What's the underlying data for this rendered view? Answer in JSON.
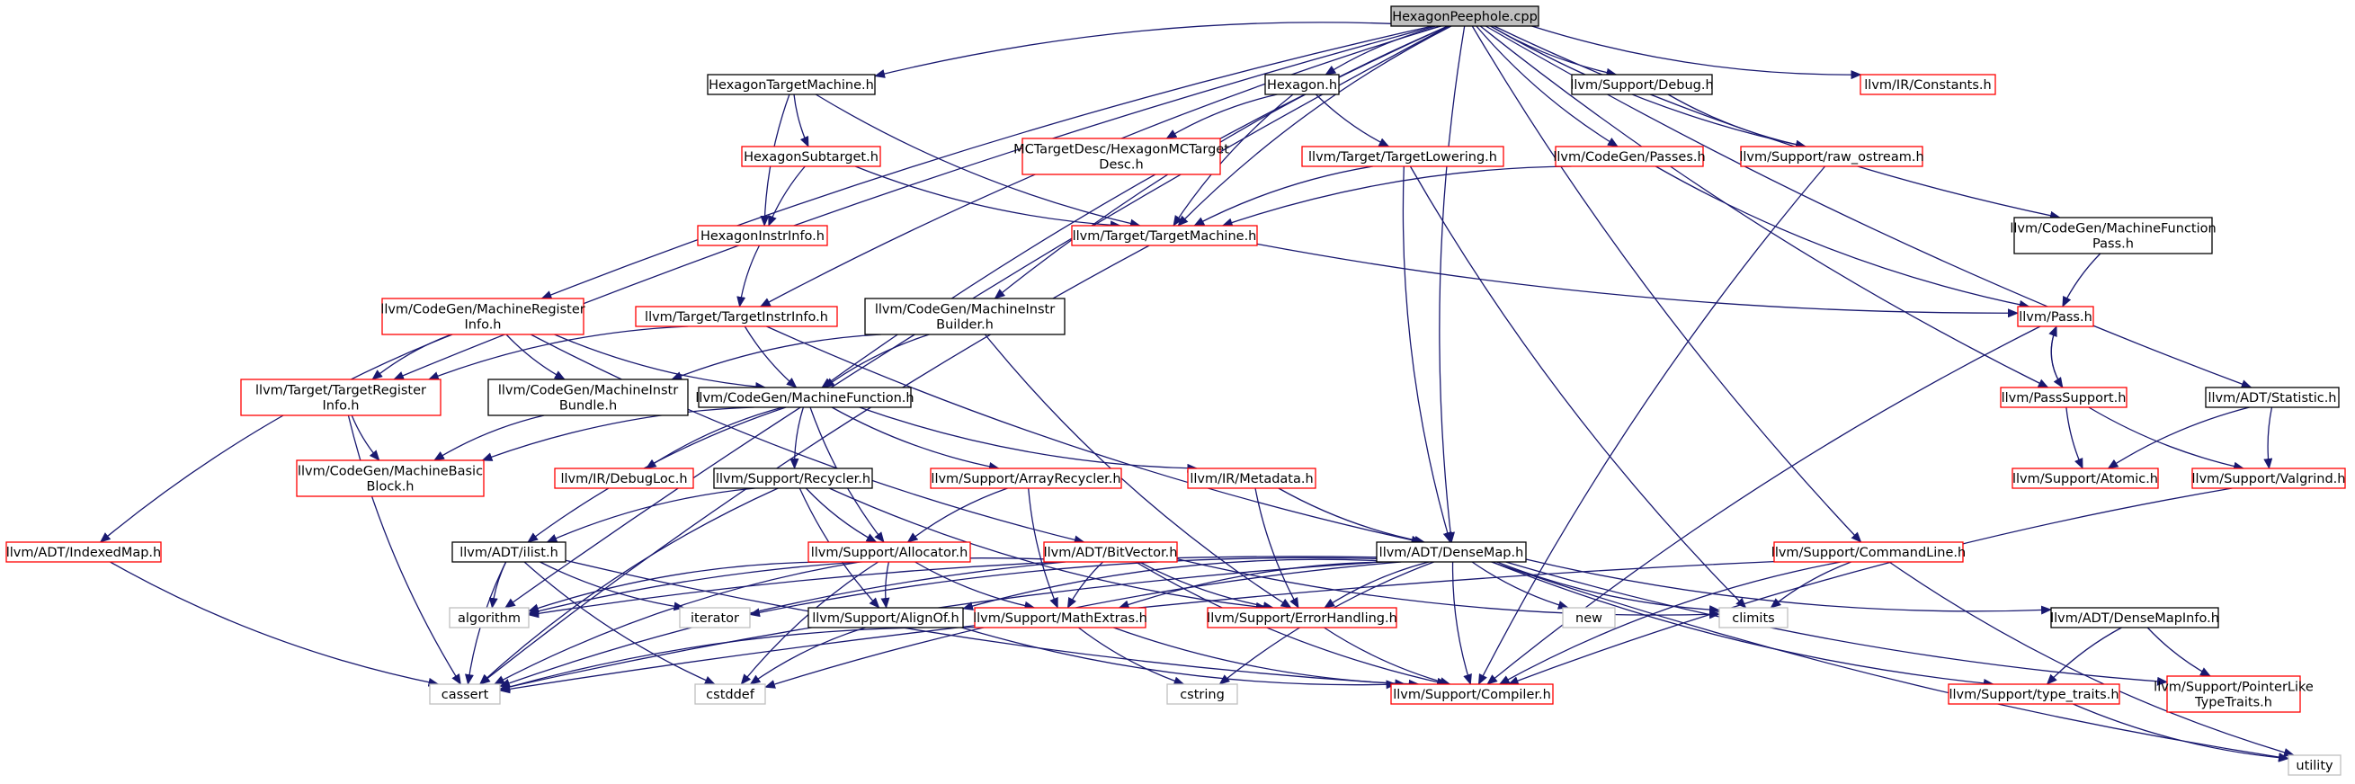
{
  "graph": {
    "colors": {
      "edge": "#191970",
      "node_border_documented": "#000000",
      "node_border_undocumented": "#ff0000",
      "node_border_system": "#bfbfbf",
      "root_fill": "#bfbfbf",
      "node_fill": "#ffffff",
      "text": "#000000"
    },
    "nodes": {
      "root": {
        "lines": [
          "HexagonPeephole.cpp"
        ],
        "kind": "root"
      },
      "htm": {
        "lines": [
          "HexagonTargetMachine.h"
        ],
        "kind": "documented"
      },
      "hex": {
        "lines": [
          "Hexagon.h"
        ],
        "kind": "documented"
      },
      "dbg": {
        "lines": [
          "llvm/Support/Debug.h"
        ],
        "kind": "documented"
      },
      "const": {
        "lines": [
          "llvm/IR/Constants.h"
        ],
        "kind": "undocumented"
      },
      "hsub": {
        "lines": [
          "HexagonSubtarget.h"
        ],
        "kind": "undocumented"
      },
      "mcdesc": {
        "lines": [
          "MCTargetDesc/HexagonMCTarget",
          "Desc.h"
        ],
        "kind": "undocumented"
      },
      "tlow": {
        "lines": [
          "llvm/Target/TargetLowering.h"
        ],
        "kind": "undocumented"
      },
      "passes": {
        "lines": [
          "llvm/CodeGen/Passes.h"
        ],
        "kind": "undocumented"
      },
      "rawos": {
        "lines": [
          "llvm/Support/raw_ostream.h"
        ],
        "kind": "undocumented"
      },
      "hii": {
        "lines": [
          "HexagonInstrInfo.h"
        ],
        "kind": "undocumented"
      },
      "ttm": {
        "lines": [
          "llvm/Target/TargetMachine.h"
        ],
        "kind": "undocumented"
      },
      "mfpass": {
        "lines": [
          "llvm/CodeGen/MachineFunction",
          "Pass.h"
        ],
        "kind": "documented"
      },
      "mri": {
        "lines": [
          "llvm/CodeGen/MachineRegister",
          "Info.h"
        ],
        "kind": "undocumented"
      },
      "tii": {
        "lines": [
          "llvm/Target/TargetInstrInfo.h"
        ],
        "kind": "undocumented"
      },
      "mib": {
        "lines": [
          "llvm/CodeGen/MachineInstr",
          "Builder.h"
        ],
        "kind": "documented"
      },
      "pass": {
        "lines": [
          "llvm/Pass.h"
        ],
        "kind": "undocumented"
      },
      "tri": {
        "lines": [
          "llvm/Target/TargetRegister",
          "Info.h"
        ],
        "kind": "undocumented"
      },
      "mibundle": {
        "lines": [
          "llvm/CodeGen/MachineInstr",
          "Bundle.h"
        ],
        "kind": "documented"
      },
      "mf": {
        "lines": [
          "llvm/CodeGen/MachineFunction.h"
        ],
        "kind": "documented"
      },
      "psupport": {
        "lines": [
          "llvm/PassSupport.h"
        ],
        "kind": "undocumented"
      },
      "stat": {
        "lines": [
          "llvm/ADT/Statistic.h"
        ],
        "kind": "documented"
      },
      "mbb": {
        "lines": [
          "llvm/CodeGen/MachineBasic",
          "Block.h"
        ],
        "kind": "undocumented"
      },
      "dloc": {
        "lines": [
          "llvm/IR/DebugLoc.h"
        ],
        "kind": "undocumented"
      },
      "recycler": {
        "lines": [
          "llvm/Support/Recycler.h"
        ],
        "kind": "documented"
      },
      "arecycler": {
        "lines": [
          "llvm/Support/ArrayRecycler.h"
        ],
        "kind": "undocumented"
      },
      "meta": {
        "lines": [
          "llvm/IR/Metadata.h"
        ],
        "kind": "undocumented"
      },
      "atomic": {
        "lines": [
          "llvm/Support/Atomic.h"
        ],
        "kind": "undocumented"
      },
      "valgrind": {
        "lines": [
          "llvm/Support/Valgrind.h"
        ],
        "kind": "undocumented"
      },
      "imap": {
        "lines": [
          "llvm/ADT/IndexedMap.h"
        ],
        "kind": "undocumented"
      },
      "ilist": {
        "lines": [
          "llvm/ADT/ilist.h"
        ],
        "kind": "documented"
      },
      "alloc": {
        "lines": [
          "llvm/Support/Allocator.h"
        ],
        "kind": "undocumented"
      },
      "bitvec": {
        "lines": [
          "llvm/ADT/BitVector.h"
        ],
        "kind": "undocumented"
      },
      "dmap": {
        "lines": [
          "llvm/ADT/DenseMap.h"
        ],
        "kind": "documented"
      },
      "cmdline": {
        "lines": [
          "llvm/Support/CommandLine.h"
        ],
        "kind": "undocumented"
      },
      "algo": {
        "lines": [
          "algorithm"
        ],
        "kind": "system"
      },
      "iter": {
        "lines": [
          "iterator"
        ],
        "kind": "system"
      },
      "alignof": {
        "lines": [
          "llvm/Support/AlignOf.h"
        ],
        "kind": "documented"
      },
      "mext": {
        "lines": [
          "llvm/Support/MathExtras.h"
        ],
        "kind": "undocumented"
      },
      "errh": {
        "lines": [
          "llvm/Support/ErrorHandling.h"
        ],
        "kind": "undocumented"
      },
      "new": {
        "lines": [
          "new"
        ],
        "kind": "system"
      },
      "climits": {
        "lines": [
          "climits"
        ],
        "kind": "system"
      },
      "dminfo": {
        "lines": [
          "llvm/ADT/DenseMapInfo.h"
        ],
        "kind": "documented"
      },
      "cassert": {
        "lines": [
          "cassert"
        ],
        "kind": "system"
      },
      "cstddef": {
        "lines": [
          "cstddef"
        ],
        "kind": "system"
      },
      "cstring": {
        "lines": [
          "cstring"
        ],
        "kind": "system"
      },
      "compiler": {
        "lines": [
          "llvm/Support/Compiler.h"
        ],
        "kind": "undocumented"
      },
      "ttraits": {
        "lines": [
          "llvm/Support/type_traits.h"
        ],
        "kind": "undocumented"
      },
      "plt": {
        "lines": [
          "llvm/Support/PointerLike",
          "TypeTraits.h"
        ],
        "kind": "undocumented"
      },
      "utility": {
        "lines": [
          "utility"
        ],
        "kind": "system"
      }
    },
    "edges": [
      [
        "root",
        "htm"
      ],
      [
        "root",
        "hex"
      ],
      [
        "root",
        "dbg"
      ],
      [
        "root",
        "const"
      ],
      [
        "root",
        "rawos"
      ],
      [
        "root",
        "passes"
      ],
      [
        "root",
        "ttm"
      ],
      [
        "root",
        "mfpass"
      ],
      [
        "root",
        "psupport"
      ],
      [
        "root",
        "stat"
      ],
      [
        "root",
        "mri"
      ],
      [
        "root",
        "tii"
      ],
      [
        "root",
        "mib"
      ],
      [
        "root",
        "tri"
      ],
      [
        "root",
        "mf"
      ],
      [
        "root",
        "algo"
      ],
      [
        "root",
        "dmap"
      ],
      [
        "root",
        "cmdline"
      ],
      [
        "htm",
        "hsub"
      ],
      [
        "htm",
        "hii"
      ],
      [
        "htm",
        "ttm"
      ],
      [
        "hex",
        "mcdesc"
      ],
      [
        "hex",
        "tlow"
      ],
      [
        "hex",
        "ttm"
      ],
      [
        "dbg",
        "rawos"
      ],
      [
        "hsub",
        "hii"
      ],
      [
        "hsub",
        "ttm"
      ],
      [
        "tlow",
        "ttm"
      ],
      [
        "tlow",
        "dmap"
      ],
      [
        "tlow",
        "climits"
      ],
      [
        "passes",
        "ttm"
      ],
      [
        "passes",
        "pass"
      ],
      [
        "rawos",
        "compiler"
      ],
      [
        "hii",
        "tii"
      ],
      [
        "ttm",
        "pass"
      ],
      [
        "ttm",
        "cassert"
      ],
      [
        "mfpass",
        "pass"
      ],
      [
        "mri",
        "tri"
      ],
      [
        "mri",
        "mibundle"
      ],
      [
        "mri",
        "mf"
      ],
      [
        "mri",
        "imap"
      ],
      [
        "mri",
        "bitvec"
      ],
      [
        "tii",
        "mf"
      ],
      [
        "tii",
        "dmap"
      ],
      [
        "tii",
        "tri"
      ],
      [
        "mib",
        "mf"
      ],
      [
        "mib",
        "mibundle"
      ],
      [
        "mib",
        "errh"
      ],
      [
        "pass",
        "psupport"
      ],
      [
        "pass",
        "compiler"
      ],
      [
        "psupport",
        "pass"
      ],
      [
        "psupport",
        "atomic"
      ],
      [
        "psupport",
        "valgrind"
      ],
      [
        "stat",
        "atomic"
      ],
      [
        "stat",
        "valgrind"
      ],
      [
        "tri",
        "mbb"
      ],
      [
        "tri",
        "cassert"
      ],
      [
        "mibundle",
        "mbb"
      ],
      [
        "mf",
        "mbb"
      ],
      [
        "mf",
        "dloc"
      ],
      [
        "mf",
        "recycler"
      ],
      [
        "mf",
        "arecycler"
      ],
      [
        "mf",
        "meta"
      ],
      [
        "mf",
        "ilist"
      ],
      [
        "mf",
        "alloc"
      ],
      [
        "recycler",
        "alloc"
      ],
      [
        "recycler",
        "alignof"
      ],
      [
        "recycler",
        "errh"
      ],
      [
        "recycler",
        "ilist"
      ],
      [
        "recycler",
        "cassert"
      ],
      [
        "arecycler",
        "alloc"
      ],
      [
        "arecycler",
        "mext"
      ],
      [
        "meta",
        "dmap"
      ],
      [
        "meta",
        "errh"
      ],
      [
        "valgrind",
        "compiler"
      ],
      [
        "imap",
        "cassert"
      ],
      [
        "ilist",
        "algo"
      ],
      [
        "ilist",
        "cassert"
      ],
      [
        "ilist",
        "cstddef"
      ],
      [
        "ilist",
        "iter"
      ],
      [
        "ilist",
        "compiler"
      ],
      [
        "alloc",
        "alignof"
      ],
      [
        "alloc",
        "mext"
      ],
      [
        "alloc",
        "algo"
      ],
      [
        "alloc",
        "cassert"
      ],
      [
        "alloc",
        "cstddef"
      ],
      [
        "bitvec",
        "mext"
      ],
      [
        "bitvec",
        "errh"
      ],
      [
        "bitvec",
        "algo"
      ],
      [
        "bitvec",
        "cassert"
      ],
      [
        "bitvec",
        "climits"
      ],
      [
        "bitvec",
        "compiler"
      ],
      [
        "dmap",
        "alignof"
      ],
      [
        "dmap",
        "mext"
      ],
      [
        "dmap",
        "errh"
      ],
      [
        "dmap",
        "algo"
      ],
      [
        "dmap",
        "iter"
      ],
      [
        "dmap",
        "new"
      ],
      [
        "dmap",
        "climits"
      ],
      [
        "dmap",
        "cassert"
      ],
      [
        "dmap",
        "cstddef"
      ],
      [
        "dmap",
        "cstring"
      ],
      [
        "dmap",
        "compiler"
      ],
      [
        "dmap",
        "dminfo"
      ],
      [
        "dmap",
        "ttraits"
      ],
      [
        "dmap",
        "plt"
      ],
      [
        "dmap",
        "utility"
      ],
      [
        "cmdline",
        "climits"
      ],
      [
        "cmdline",
        "cassert"
      ],
      [
        "cmdline",
        "compiler"
      ],
      [
        "cmdline",
        "utility"
      ],
      [
        "alignof",
        "cstddef"
      ],
      [
        "alignof",
        "compiler"
      ],
      [
        "mext",
        "cassert"
      ],
      [
        "mext",
        "cstring"
      ],
      [
        "mext",
        "compiler"
      ],
      [
        "errh",
        "compiler"
      ],
      [
        "dminfo",
        "ttraits"
      ],
      [
        "dminfo",
        "plt"
      ],
      [
        "ttraits",
        "utility"
      ]
    ]
  }
}
